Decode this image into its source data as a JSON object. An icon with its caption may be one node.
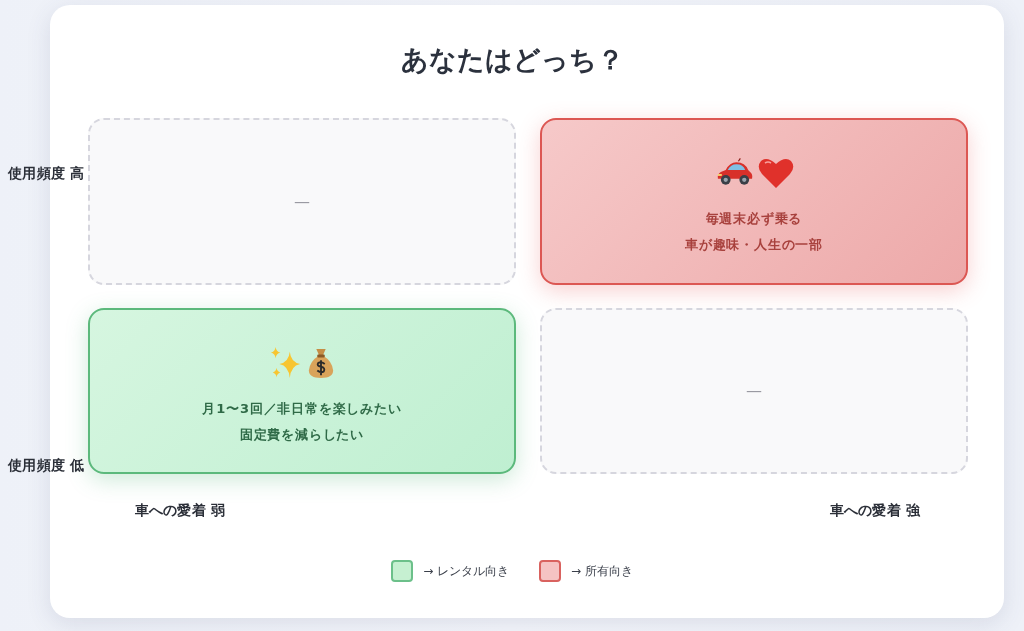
{
  "diagram": {
    "title": "あなたはどっち？",
    "nodes": [
      {
        "text": [
          "—"
        ]
      },
      {
        "text": [
          "毎週末必ず乗る",
          "車が趣味・人生の一部"
        ]
      },
      {
        "text": [
          "月1〜3回／非日常を楽しみたい",
          "固定費を減らしたい"
        ]
      },
      {
        "text": [
          "—"
        ]
      }
    ],
    "labels": [
      "使用頻度 高",
      "使用頻度 低",
      "車への愛着 弱",
      "車への愛着 強"
    ],
    "legend": [
      {
        "text": "→ レンタル向き",
        "color": "#c6f0d1"
      },
      {
        "text": "→ 所有向き",
        "color": "#f5c3c3"
      }
    ]
  }
}
